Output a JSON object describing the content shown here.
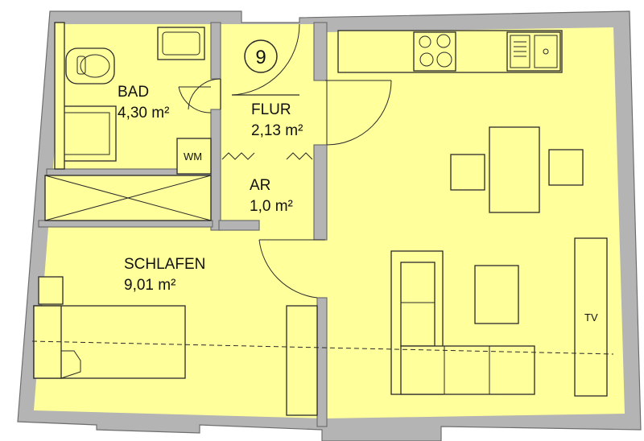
{
  "rooms": {
    "bad": {
      "name": "BAD",
      "area": "4,30 m²"
    },
    "flur": {
      "name": "FLUR",
      "area": "2,13 m²"
    },
    "ar": {
      "name": "AR",
      "area": "1,0 m²"
    },
    "schlafen": {
      "name": "SCHLAFEN",
      "area": "9,01 m²"
    }
  },
  "fixtures": {
    "washing_machine": "WM",
    "tv": "TV"
  },
  "unit_number": "9",
  "colors": {
    "floor": "#ffff9c",
    "wall": "#b4b4b4",
    "line": "#2a2a2a"
  }
}
